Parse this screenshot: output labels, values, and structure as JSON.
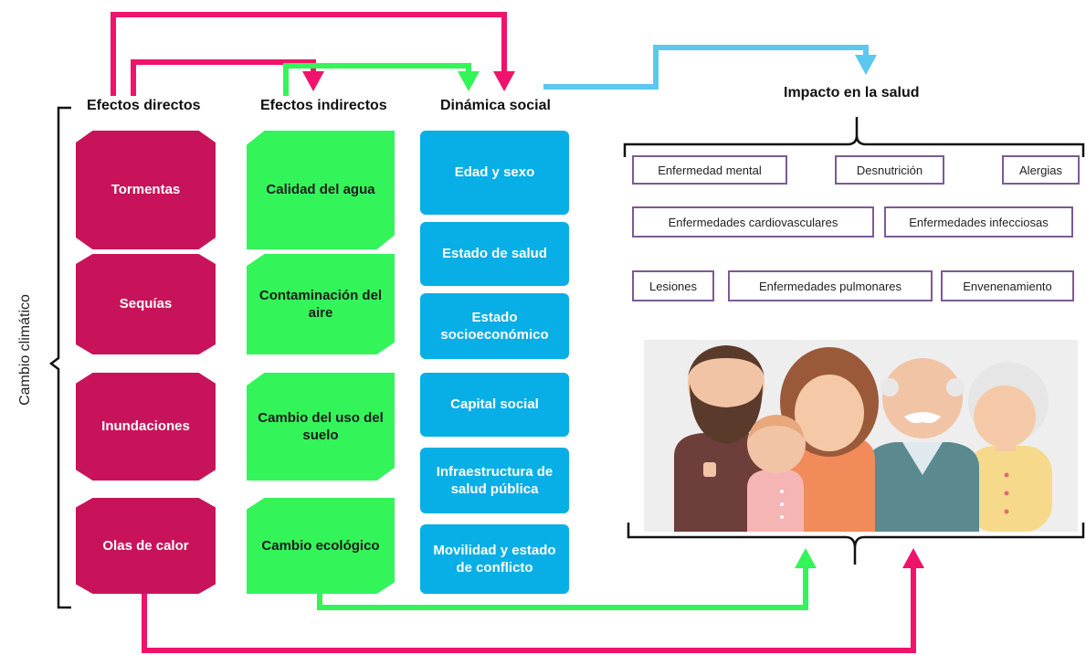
{
  "side_label": "Cambio climático",
  "headers": {
    "direct": "Efectos directos",
    "indirect": "Efectos indirectos",
    "social": "Dinámica social",
    "impact": "Impacto en la salud"
  },
  "direct_effects": [
    "Tormentas",
    "Sequías",
    "Inundaciones",
    "Olas de calor"
  ],
  "indirect_effects": [
    "Calidad del agua",
    "Contaminación del aire",
    "Cambio del uso del suelo",
    "Cambio ecológico"
  ],
  "social_dynamics": [
    "Edad y sexo",
    "Estado de salud",
    "Estado socioeconómico",
    "Capital social",
    "Infraestructura de salud pública",
    "Movilidad y estado de conflicto"
  ],
  "health_impacts": [
    "Enfermedad mental",
    "Desnutrición",
    "Alergias",
    "Enfermedades  cardiovasculares",
    "Enfermedades infecciosas",
    "Lesiones",
    "Enfermedades pulmonares",
    "Envenenamiento"
  ],
  "colors": {
    "direct": "#c8135a",
    "indirect": "#33f55a",
    "social": "#08aee6",
    "impact_border": "#7d5a96",
    "arrow_social": "#5cc8f0"
  },
  "illustration": "family-illustration"
}
